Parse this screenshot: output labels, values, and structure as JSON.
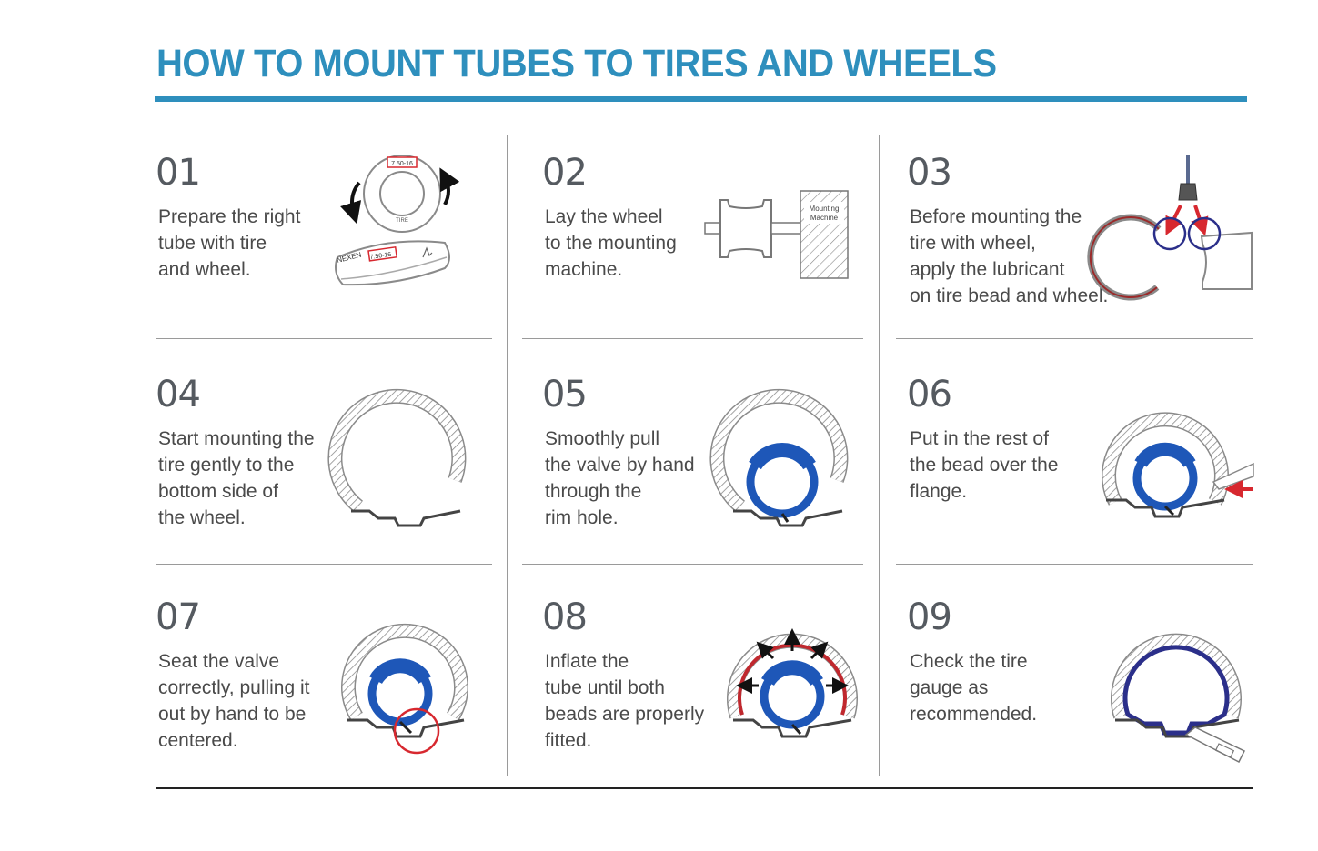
{
  "title": "HOW TO MOUNT TUBES TO TIRES AND WHEELS",
  "colors": {
    "accent": "#2e8fbd",
    "tube_blue": "#1e57b8",
    "tube_navy": "#2b2f8a",
    "marker_red": "#d7282f"
  },
  "steps": [
    {
      "number": "01",
      "lines": [
        "Prepare the right",
        "tube with tire",
        "and wheel."
      ],
      "illustration": "tube-tire-wheel-icon",
      "labels": {
        "size": "7.50-16",
        "tire": "TIRE",
        "brand": "NEXEN"
      }
    },
    {
      "number": "02",
      "lines": [
        "Lay the wheel",
        "to the mounting",
        "machine."
      ],
      "illustration": "mounting-machine-icon",
      "labels": {
        "machine_1": "Mounting",
        "machine_2": "Machine"
      }
    },
    {
      "number": "03",
      "lines": [
        "Before mounting the",
        "tire with wheel,",
        "apply the lubricant",
        "on tire bead and wheel."
      ],
      "illustration": "lubricant-brush-icon"
    },
    {
      "number": "04",
      "lines": [
        "Start mounting the",
        "tire gently to the",
        "bottom side of",
        "the wheel."
      ],
      "illustration": "tire-on-rim-icon"
    },
    {
      "number": "05",
      "lines": [
        "Smoothly pull",
        "the valve by hand",
        "through the",
        "rim hole."
      ],
      "illustration": "tube-valve-icon"
    },
    {
      "number": "06",
      "lines": [
        "Put in the rest of",
        "the bead over the",
        "flange."
      ],
      "illustration": "bead-lever-icon"
    },
    {
      "number": "07",
      "lines": [
        "Seat the valve",
        "correctly, pulling it",
        "out by hand to be",
        "centered."
      ],
      "illustration": "valve-seat-icon"
    },
    {
      "number": "08",
      "lines": [
        "Inflate the",
        "tube until both",
        "beads are properly",
        "fitted."
      ],
      "illustration": "inflate-arrows-icon"
    },
    {
      "number": "09",
      "lines": [
        "Check the tire",
        "gauge as",
        "recommended."
      ],
      "illustration": "pressure-gauge-icon"
    }
  ]
}
